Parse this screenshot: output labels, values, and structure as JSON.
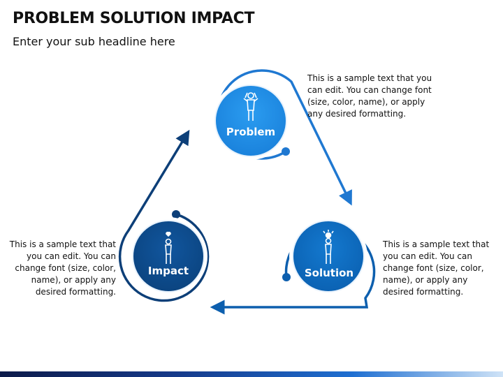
{
  "header": {
    "title": "PROBLEM SOLUTION IMPACT",
    "subtitle": "Enter your sub headline here"
  },
  "nodes": {
    "problem": {
      "label": "Problem",
      "icon": "stressed-person-icon",
      "color": "#1f8ee8",
      "ring_color": "#1f78d1",
      "description": "This is a sample text that you can edit. You can change font (size, color, name), or apply any desired formatting."
    },
    "solution": {
      "label": "Solution",
      "icon": "lightbulb-person-icon",
      "color": "#0d6fc4",
      "ring_color": "#0d5fae",
      "description": "This is a sample text that you can edit. You can change font (size, color, name), or apply any desired formatting."
    },
    "impact": {
      "label": "Impact",
      "icon": "person-heart-icon",
      "color": "#0e4d8f",
      "ring_color": "#0d3f78",
      "description": "This is a sample text that you can edit. You can change font (size, color, name), or apply any desired formatting."
    }
  }
}
